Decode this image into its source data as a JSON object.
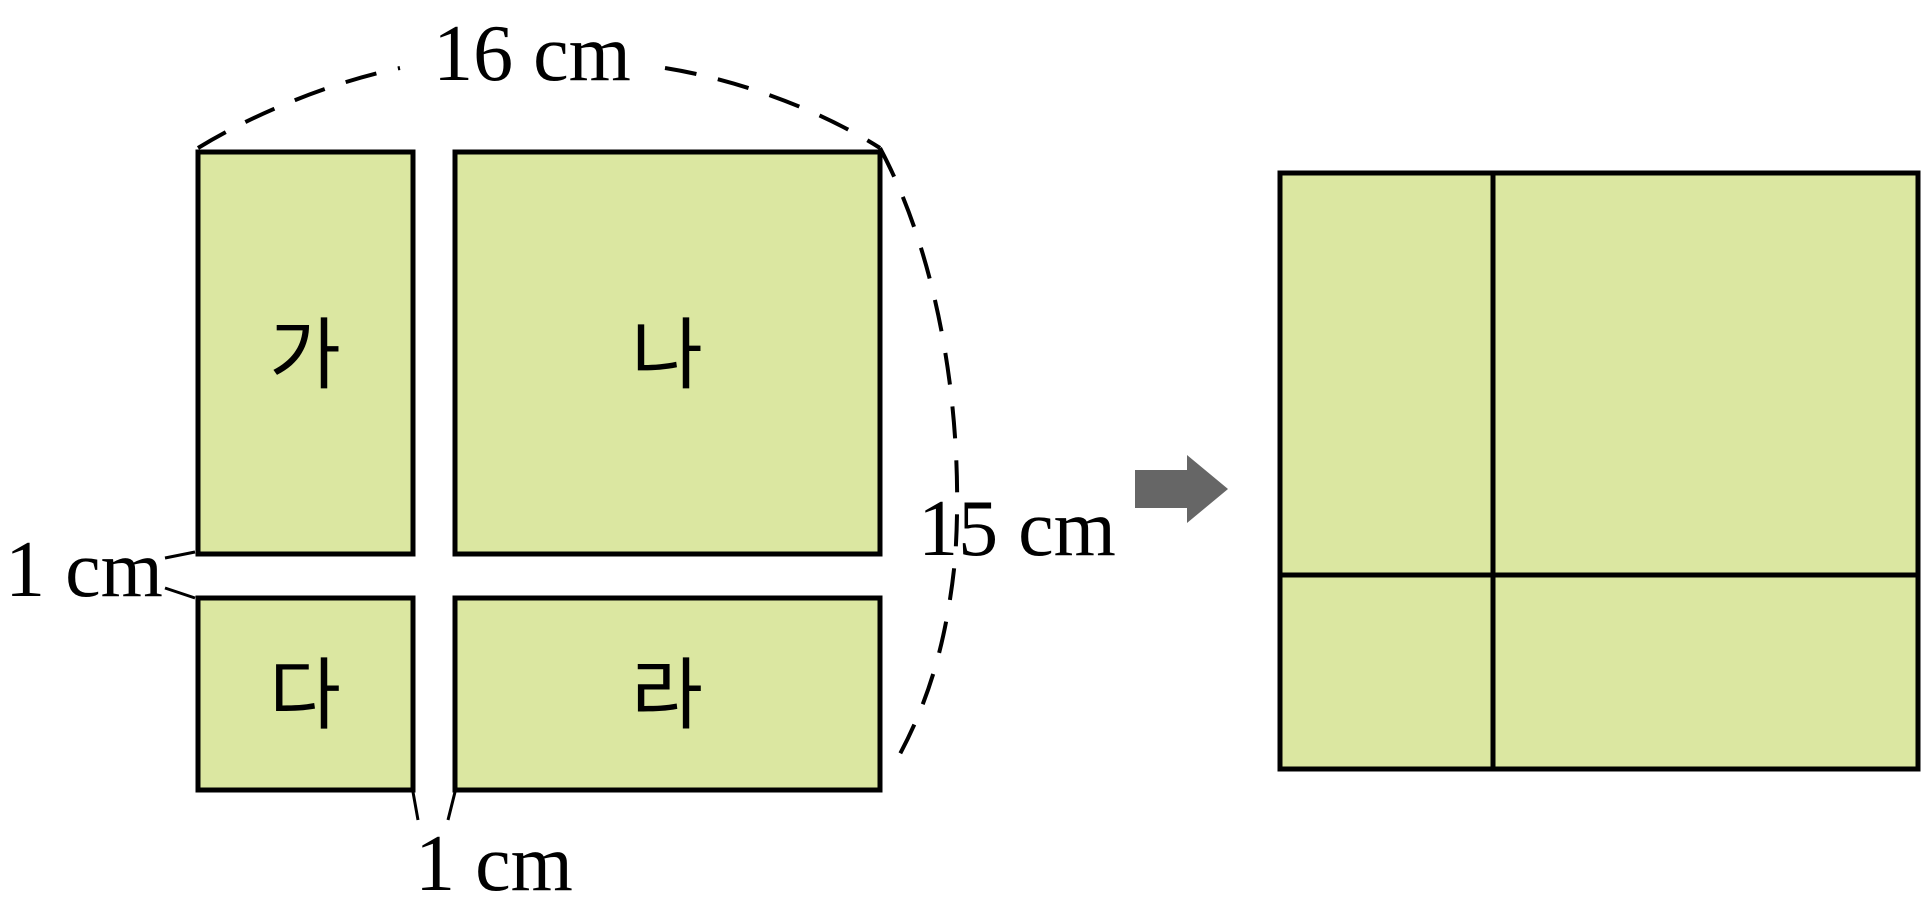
{
  "dimensions": {
    "top_width": "16 cm",
    "right_height": "15 cm",
    "horizontal_gap": "1 cm",
    "vertical_gap": "1 cm"
  },
  "pieces": [
    {
      "id": "ga",
      "label": "가"
    },
    {
      "id": "na",
      "label": "나"
    },
    {
      "id": "da",
      "label": "다"
    },
    {
      "id": "ra",
      "label": "라"
    }
  ],
  "colors": {
    "piece_fill": "#dbe7a1",
    "outline": "#000000",
    "arrow": "#666666"
  },
  "icons": {
    "transform_arrow": "right-arrow-icon"
  }
}
